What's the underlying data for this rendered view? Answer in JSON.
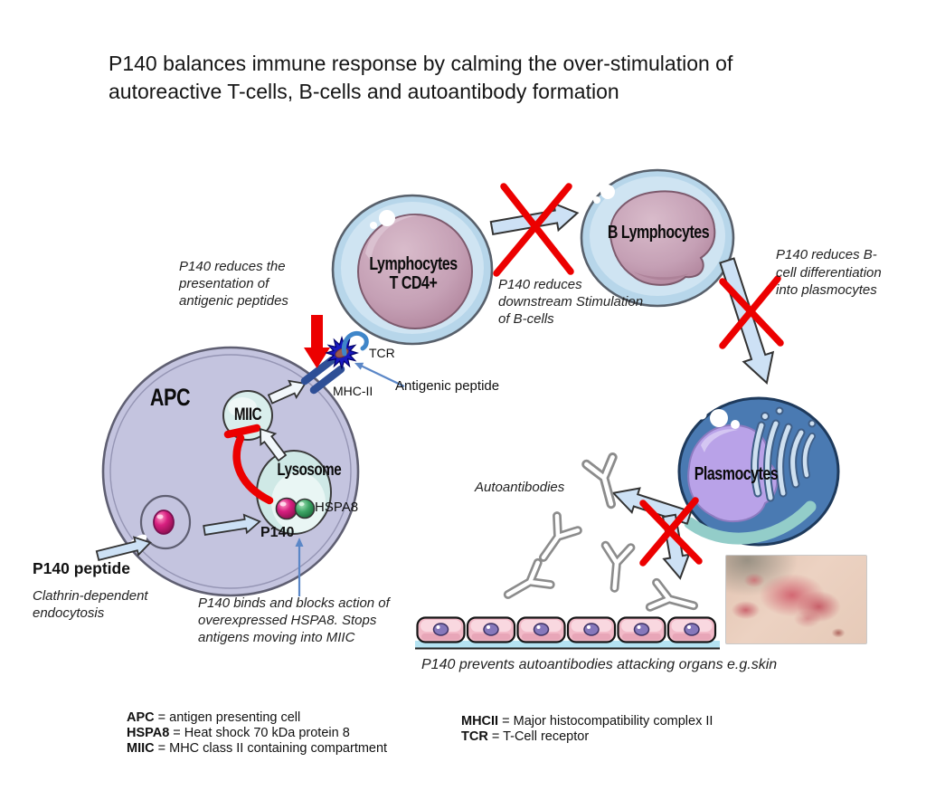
{
  "title": {
    "line1": "P140 balances immune response by calming the over-stimulation of",
    "line2": "autoreactive T-cells, B-cells and autoantibody formation"
  },
  "cells": {
    "apc": {
      "label": "APC"
    },
    "tcell": {
      "line1": "Lymphocytes",
      "line2": "T CD4+"
    },
    "bcell": {
      "label": "B Lymphocytes"
    },
    "plasmocytes": {
      "label": "Plasmocytes"
    },
    "miic": {
      "label": "MIIC"
    },
    "lysosome": {
      "label": "Lysosome"
    }
  },
  "labels": {
    "tcr": "TCR",
    "mhc2": "MHC-II",
    "antigenic_peptide": "Antigenic peptide",
    "hspa8": "HSPA8",
    "p140": "P140",
    "p140_peptide": "P140 peptide",
    "autoantibodies": "Autoantibodies"
  },
  "annotations": {
    "reduces_presentation": "P140 reduces the presentation of antigenic peptides",
    "reduces_downstream": "P140 reduces downstream Stimulation of B-cells",
    "reduces_differentiation": "P140 reduces B-cell differentiation into plasmocytes",
    "clathrin": "Clathrin-dependent endocytosis",
    "binds_blocks": "P140 binds and blocks action of overexpressed HSPA8. Stops antigens moving into MIIC",
    "prevents_attacking": "P140 prevents autoantibodies attacking organs e.g.skin"
  },
  "legend": {
    "left": [
      {
        "term": "APC",
        "def": " = antigen presenting cell"
      },
      {
        "term": "HSPA8",
        "def": " = Heat shock 70 kDa protein 8"
      },
      {
        "term": "MIIC",
        "def": " = MHC class II containing compartment"
      }
    ],
    "right": [
      {
        "term": "MHCII",
        "def": " = Major histocompatibility complex II"
      },
      {
        "term": "TCR",
        "def": " = T-Cell receptor"
      }
    ]
  },
  "colors": {
    "cell_outer_blue": "#b7d6ea",
    "cell_inner_blue": "#cfe4f2",
    "nucleus_mauve": "#c5a0b5",
    "apc_lavender": "#c4c4df",
    "plasmocyte_blue": "#4a7ab2",
    "plasmocyte_nucleus": "#b9a2e8",
    "vesicle_cyan": "#d6edeb",
    "p140_magenta": "#d41f7e",
    "hspa8_green": "#3da565",
    "block_red": "#ec0000",
    "arrow_fill": "#cde1f5",
    "epithelium_pink": "#f2bac8"
  }
}
